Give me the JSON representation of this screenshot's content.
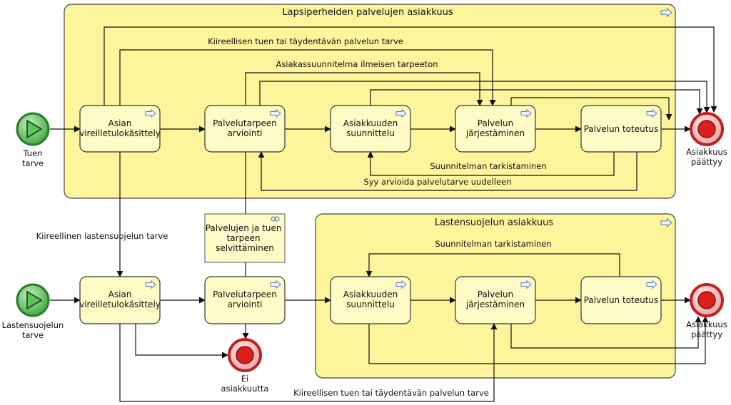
{
  "colors": {
    "subprocess_fill": "#fdf59b",
    "task_fill": "#fefbc6",
    "start_event": "#3aa53a",
    "end_event": "#d9201d"
  },
  "subprocesses": {
    "top_title": "Lapsiperheiden palvelujen asiakkuus",
    "bottom_title": "Lastensuojelun asiakkuus"
  },
  "tasks": {
    "top_intake": [
      "Asian",
      "vireilletulokäsittely"
    ],
    "top_assess": [
      "Palvelutarpeen",
      "arviointi"
    ],
    "top_plan": [
      "Asiakkuuden",
      "suunnittelu"
    ],
    "top_arrange": [
      "Palvelun",
      "järjestäminen"
    ],
    "top_exec": [
      "Palvelun toteutus"
    ],
    "bot_intake": [
      "Asian",
      "vireilletulokäsittely"
    ],
    "bot_assess": [
      "Palvelutarpeen",
      "arviointi"
    ],
    "bot_plan": [
      "Asiakkuuden",
      "suunnittelu"
    ],
    "bot_arrange": [
      "Palvelun",
      "järjestäminen"
    ],
    "bot_exec": [
      "Palvelun toteutus"
    ],
    "clarify": [
      "Palvelujen ja tuen",
      "tarpeen",
      "selvittäminen"
    ]
  },
  "events": {
    "start_top": [
      "Tuen",
      "tarve"
    ],
    "start_bottom": [
      "Lastensuojelun",
      "tarve"
    ],
    "end_top": [
      "Asiakkuus",
      "päättyy"
    ],
    "end_bottom": [
      "Asiakkuus",
      "päättyy"
    ],
    "end_none": [
      "Ei",
      "asiakkuutta"
    ]
  },
  "flow_labels": {
    "urgent_top": "Kiireellisen tuen tai täydentävän palvelun tarve",
    "plan_unneeded": "Asiakassuunnitelma ilmeisen tarpeeton",
    "plan_review_top": "Suunnitelman tarkistaminen",
    "reassess": "Syy arvioida palvelutarve uudelleen",
    "urgent_child": "Kiireellinen lastensuojelun tarve",
    "plan_review_bottom": "Suunnitelman tarkistaminen",
    "urgent_bottom": "Kiireellisen tuen tai täydentävän palvelun tarve"
  }
}
